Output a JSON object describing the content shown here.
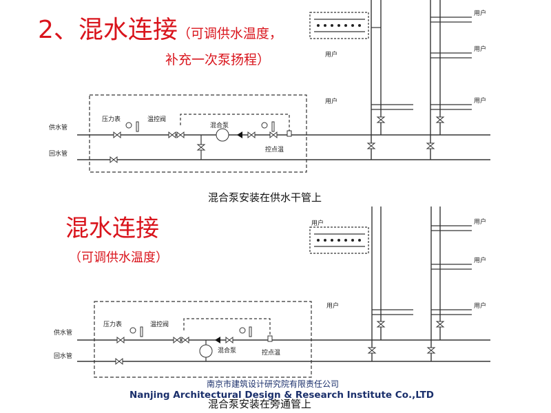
{
  "slide": {
    "title_top": "2、混水连接",
    "title_top_note_line1": "（可调供水温度，",
    "title_top_note_line2": "补充一次泵扬程）",
    "title_bottom": "混水连接",
    "title_bottom_note": "（可调供水温度）",
    "accent_color": "#d9141c"
  },
  "diagram_top": {
    "supply_pipe": "供水管",
    "return_pipe": "回水管",
    "pressure_gauge": "压力表",
    "temp_valve": "温控阀",
    "mixing_pump": "混合泵",
    "control_point": "控点温",
    "caption": "混合泵安装在供水干管上",
    "users": [
      "用户",
      "用户",
      "用户",
      "用户",
      "用户"
    ]
  },
  "diagram_bottom": {
    "supply_pipe": "供水管",
    "return_pipe": "回水管",
    "pressure_gauge": "压力表",
    "temp_valve": "温控阀",
    "mixing_pump": "混合泵",
    "control_point": "控点温",
    "caption": "混合泵安装在旁通管上",
    "users": [
      "用户",
      "用户",
      "用户",
      "用户",
      "用户"
    ]
  },
  "footer": {
    "company_cn": "南京市建筑设计研究院有限责任公司",
    "company_en": "Nanjing Architectural Design & Research Institute Co.,LTD",
    "color": "#1a2f6b"
  }
}
